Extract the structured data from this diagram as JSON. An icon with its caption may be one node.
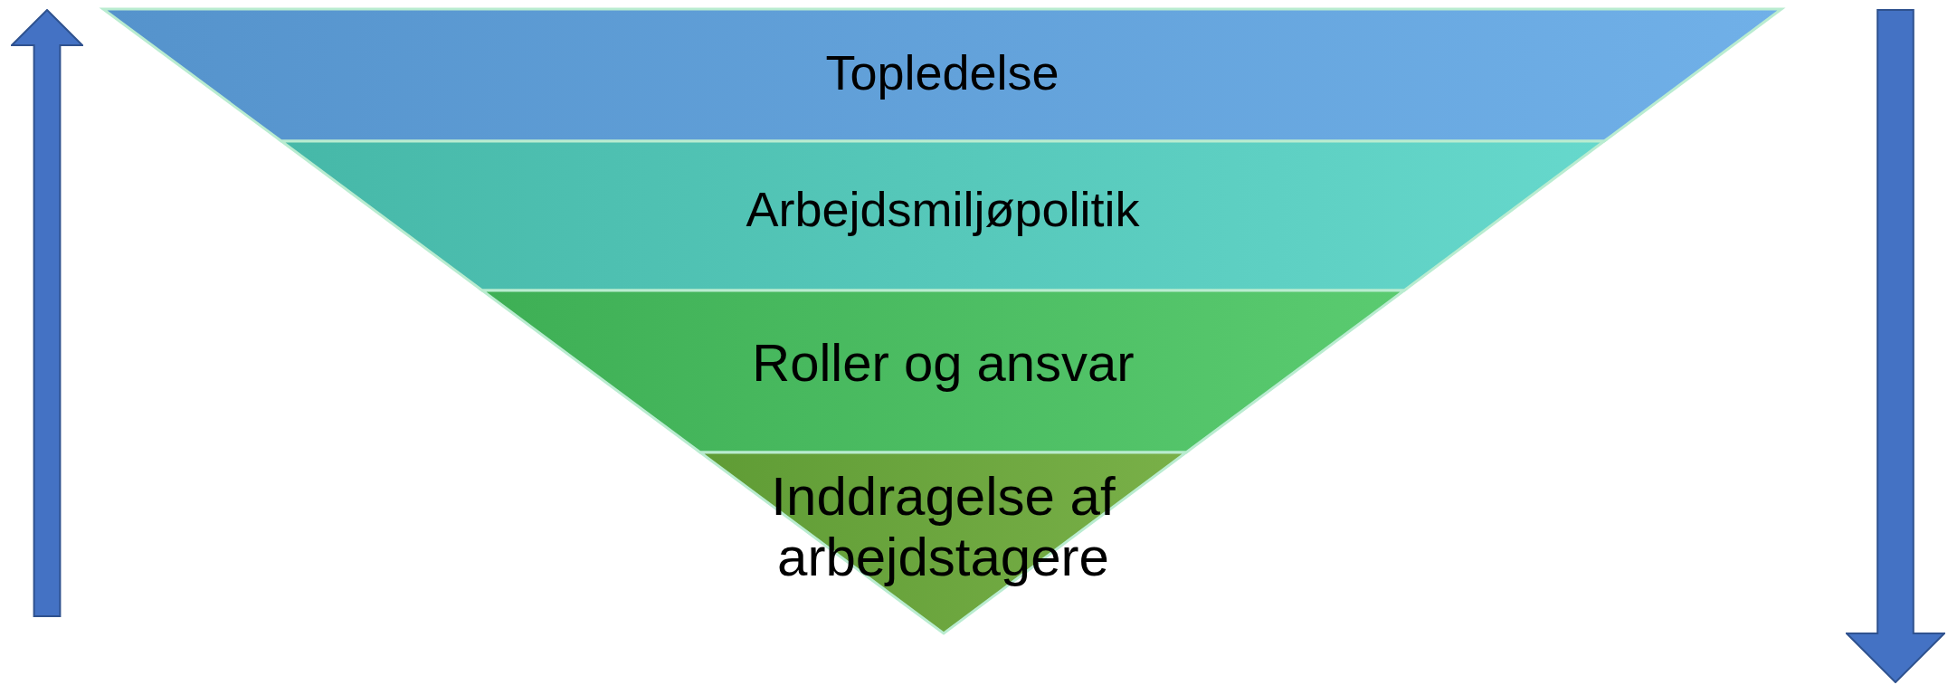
{
  "diagram": {
    "nodes": [
      {
        "text": [
          "Topledelse"
        ]
      },
      {
        "text": [
          "Arbejdsmiljøpolitik"
        ]
      },
      {
        "text": [
          "Roller og ansvar"
        ]
      },
      {
        "text": [
          "Inddragelse af arbejdstagere"
        ]
      }
    ]
  }
}
